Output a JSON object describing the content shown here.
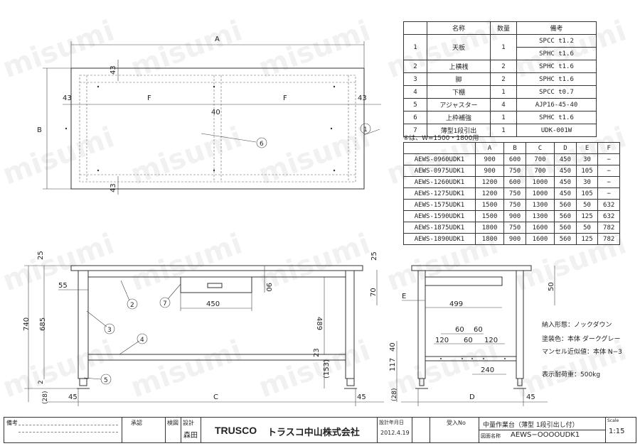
{
  "watermark": "misumi",
  "plan_view": {
    "dim_A": "A",
    "dim_B": "B",
    "dim_F1": "F",
    "dim_F2": "F",
    "dim_43_top": "43",
    "dim_43_left": "43",
    "dim_43_right": "43",
    "dim_43_bottom": "43",
    "dim_40": "40",
    "callout_1": "1",
    "callout_6": "6"
  },
  "parts_table": {
    "headers": [
      "",
      "名称",
      "数量",
      "備考"
    ],
    "rows": [
      [
        "1",
        "天板",
        "1",
        "SPCC t1.2"
      ],
      [
        "",
        "",
        "",
        "SPHC t1.6"
      ],
      [
        "2",
        "上横桟",
        "2",
        "SPHC t1.6"
      ],
      [
        "3",
        "脚",
        "2",
        "SPHC t1.6"
      ],
      [
        "4",
        "下棚",
        "1",
        "SPCC t0.7"
      ],
      [
        "5",
        "アジャスター",
        "4",
        "AJP16-45-40"
      ],
      [
        "6",
        "上枠補強",
        "1",
        "SPHC t1.6"
      ],
      [
        "7",
        "薄型1段引出",
        "1",
        "UDK-001W"
      ]
    ],
    "note": "⑥は、W=1500・1800用"
  },
  "size_table": {
    "headers": [
      "",
      "A",
      "B",
      "C",
      "D",
      "E",
      "F"
    ],
    "rows": [
      [
        "AEWS-0960UDK1",
        "900",
        "600",
        "700",
        "450",
        "30",
        "−"
      ],
      [
        "AEWS-0975UDK1",
        "900",
        "750",
        "700",
        "450",
        "105",
        "−"
      ],
      [
        "AEWS-1260UDK1",
        "1200",
        "600",
        "1000",
        "450",
        "30",
        "−"
      ],
      [
        "AEWS-1275UDK1",
        "1200",
        "750",
        "1000",
        "450",
        "105",
        "−"
      ],
      [
        "AEWS-1575UDK1",
        "1500",
        "750",
        "1300",
        "560",
        "50",
        "632"
      ],
      [
        "AEWS-1590UDK1",
        "1500",
        "900",
        "1300",
        "560",
        "125",
        "632"
      ],
      [
        "AEWS-1875UDK1",
        "1800",
        "750",
        "1600",
        "560",
        "50",
        "782"
      ],
      [
        "AEWS-1890UDK1",
        "1800",
        "900",
        "1600",
        "560",
        "125",
        "782"
      ]
    ]
  },
  "front_view": {
    "dim_25": "25",
    "dim_55": "55",
    "dim_90": "90",
    "dim_70": "70",
    "dim_740": "740",
    "dim_685": "685",
    "dim_450": "450",
    "dim_489": "489",
    "dim_153": "(153)",
    "dim_23": "23",
    "dim_2": "2",
    "dim_28": "(28)",
    "dim_45_left": "45",
    "dim_45_right": "45",
    "dim_C": "C",
    "callout_2": "2",
    "callout_3": "3",
    "callout_4": "4",
    "callout_5": "5",
    "callout_7": "7"
  },
  "side_view": {
    "dim_E": "E",
    "dim_499": "499",
    "dim_50": "50",
    "dim_60a": "60",
    "dim_60b": "60",
    "dim_120a": "120",
    "dim_60c": "60",
    "dim_120b": "120",
    "dim_240": "240",
    "dim_40": "40",
    "dim_117": "117",
    "dim_28": "(28)",
    "dim_D": "D",
    "dim_45": "45"
  },
  "notes": {
    "line1": "納入形態：ノックダウン",
    "line2": "塗装色：本体 ダークグレー",
    "line3": "マンセル近似値：本体 N−3",
    "line4": "表示耐荷重：500kg"
  },
  "title_block": {
    "remarks_label": "備考",
    "approval_label": "承認",
    "check_label": "検図",
    "design_label": "設計",
    "designer": "森田",
    "logo_text": "TRUSCO",
    "company": "トラスコ中山株式会社",
    "design_date_label": "設計年月日",
    "design_date": "2012.4.19",
    "received_label": "受入No",
    "product_title": "中量作業台（薄型 1段引出し付）",
    "drawing_no_label": "図面名称",
    "drawing_no": "AEWS−OOOOUDK1",
    "scale_label": "Scale",
    "scale": "1:15"
  }
}
